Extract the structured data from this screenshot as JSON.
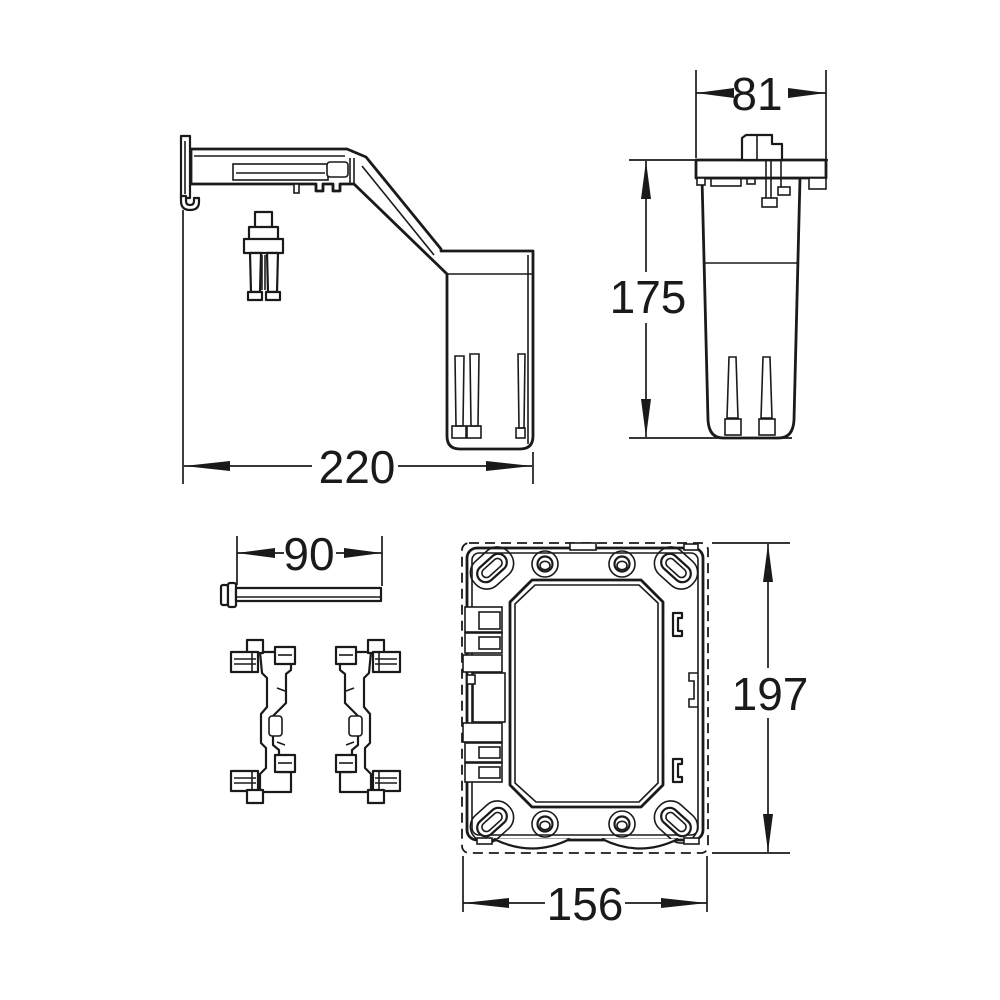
{
  "diagram": {
    "background_color": "#ffffff",
    "line_color": "#1a1a1a",
    "dimensions": {
      "bracket_depth": "220",
      "bracket_width": "81",
      "bracket_height": "175",
      "screw_length": "90",
      "plate_height": "197",
      "plate_width": "156"
    }
  }
}
